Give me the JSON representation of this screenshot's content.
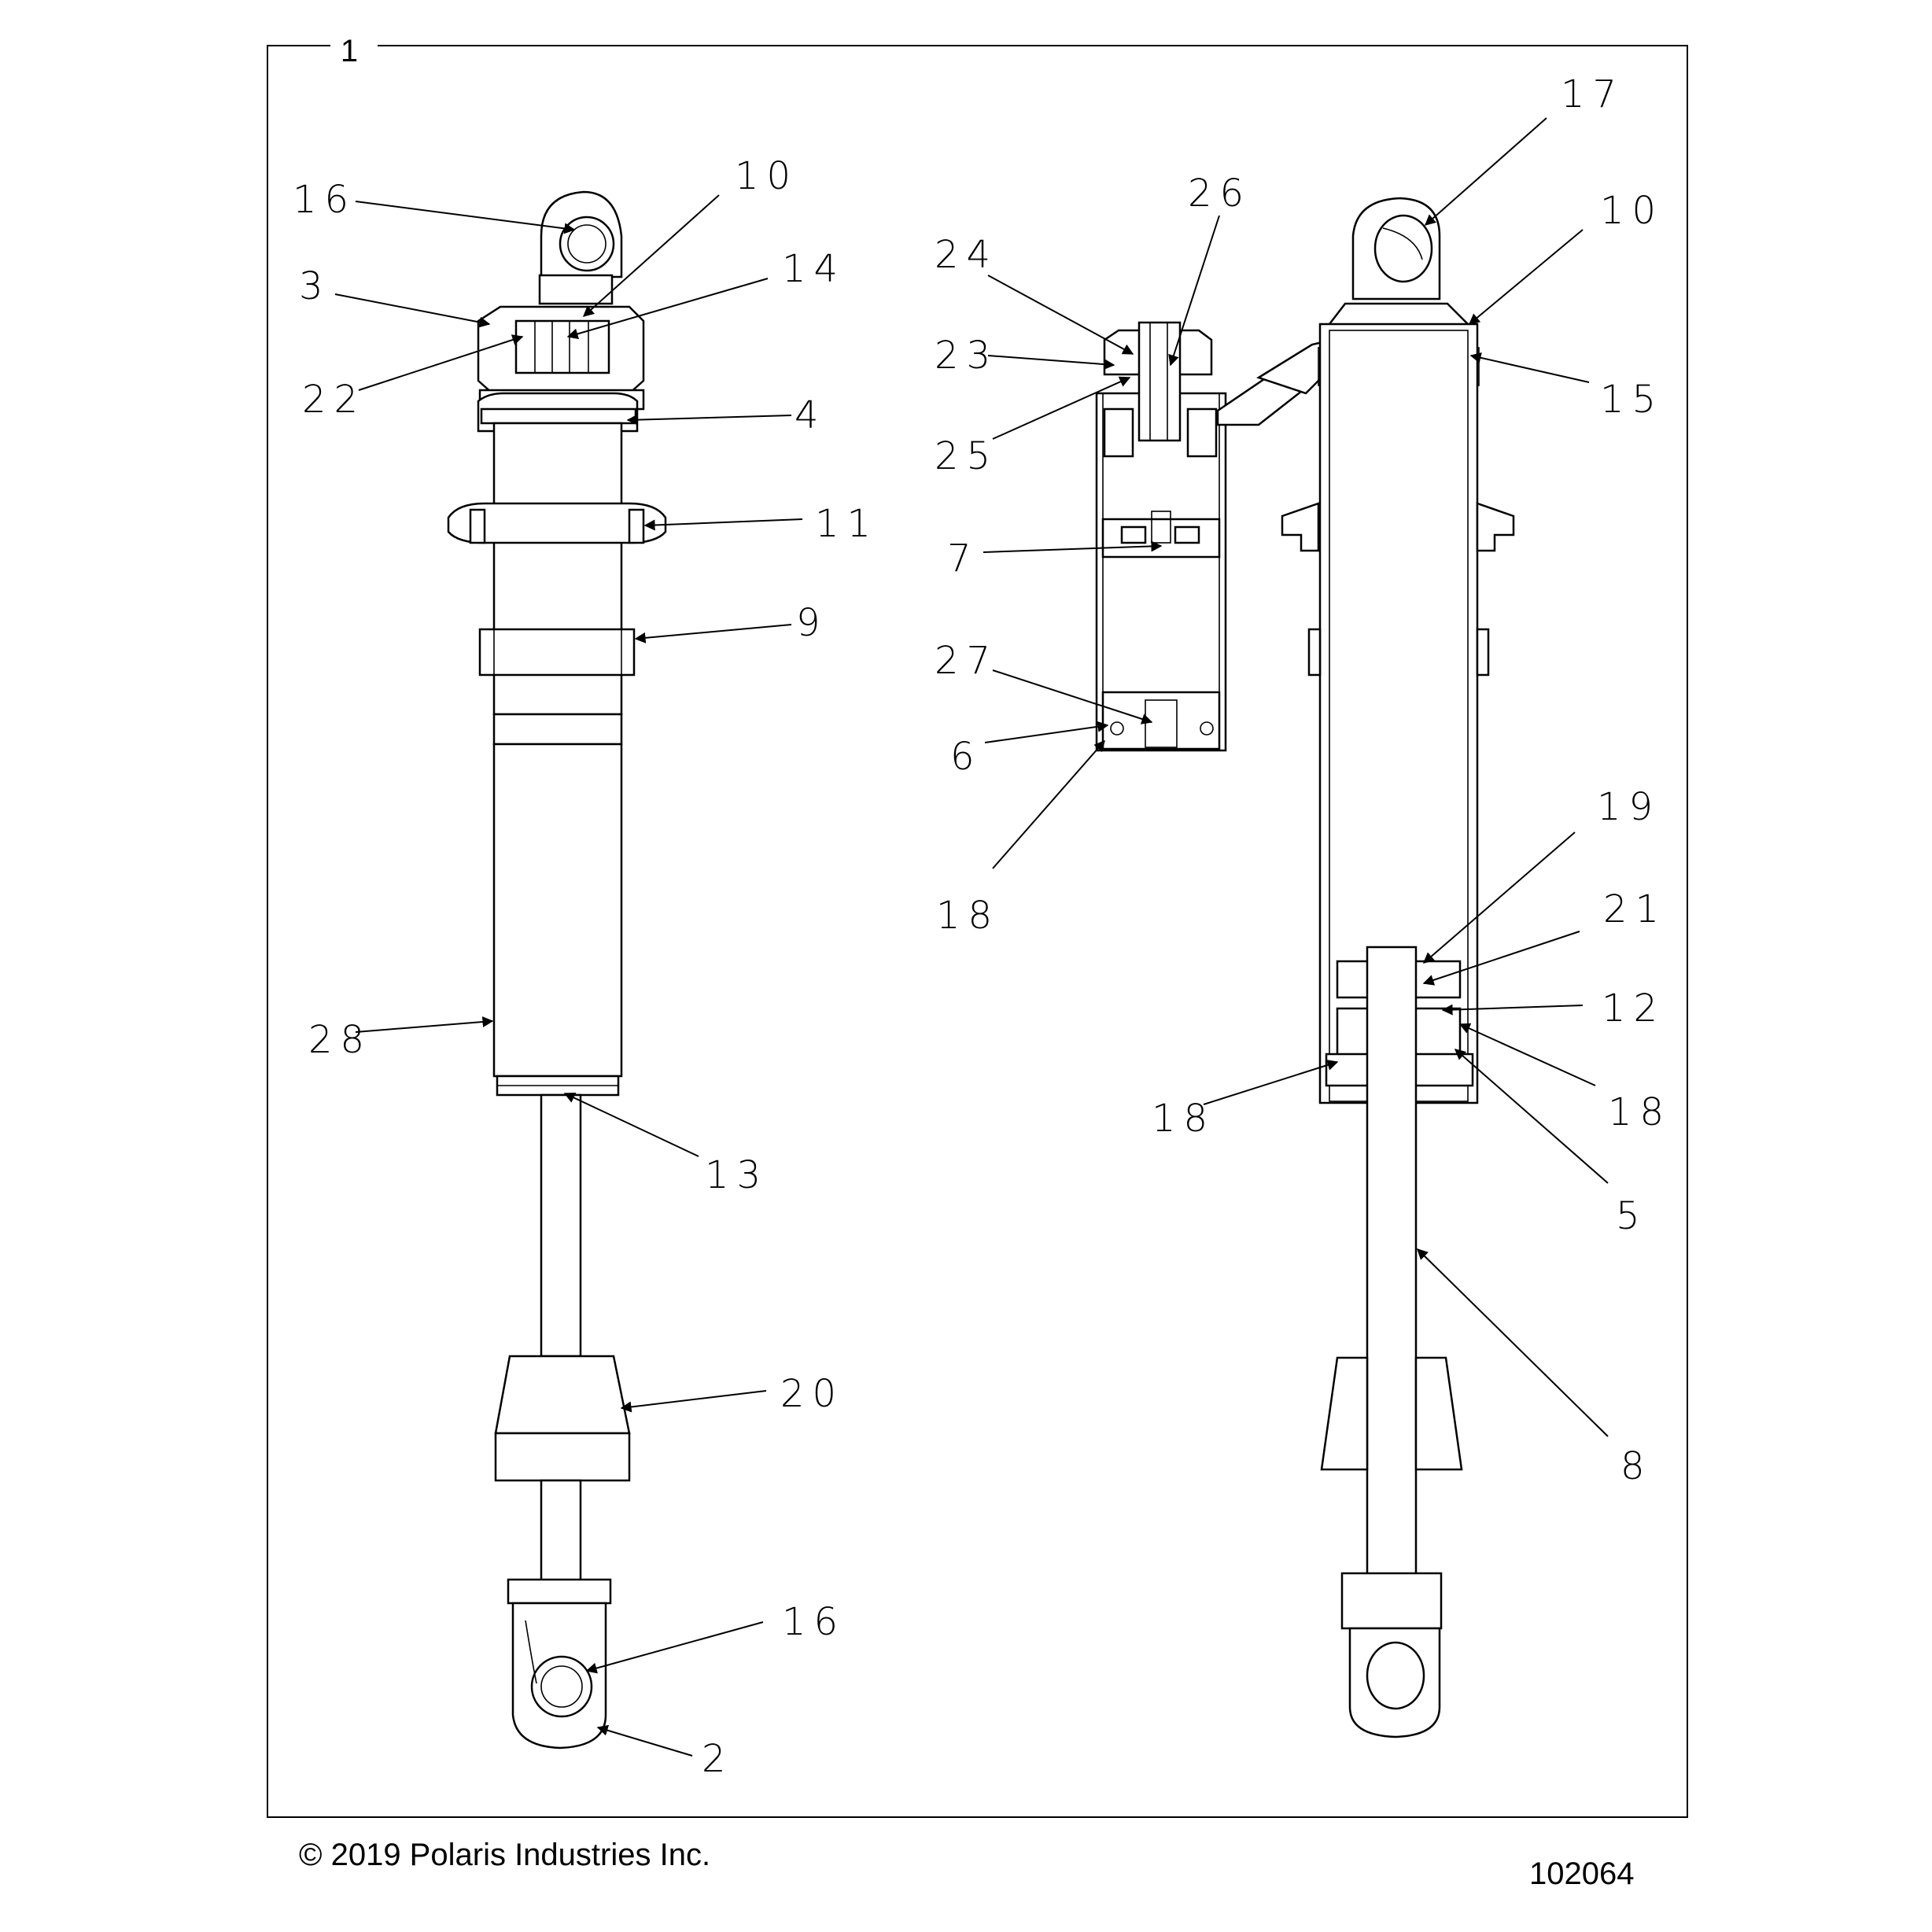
{
  "frame_label": "1",
  "copyright": "© 2019 Polaris Industries Inc.",
  "drawing_number": "102064",
  "callouts": [
    "16",
    "10",
    "3",
    "14",
    "22",
    "4",
    "11",
    "9",
    "28",
    "13",
    "20",
    "16",
    "2",
    "17",
    "10",
    "15",
    "26",
    "24",
    "23",
    "25",
    "7",
    "27",
    "6",
    "18",
    "19",
    "21",
    "12",
    "18",
    "18",
    "5",
    "8"
  ]
}
